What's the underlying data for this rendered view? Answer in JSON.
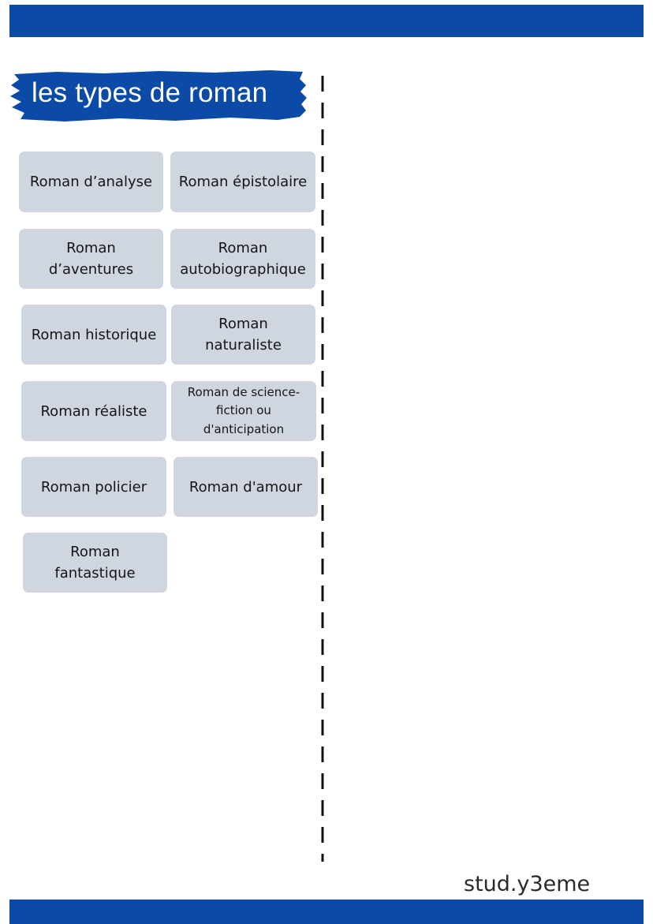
{
  "title": "les types de roman",
  "cards": [
    {
      "label": "Roman d’analyse"
    },
    {
      "label": "Roman épistolaire"
    },
    {
      "label": "Roman d’aventures"
    },
    {
      "label": "Roman autobiographique"
    },
    {
      "label": "Roman historique"
    },
    {
      "label": "Roman naturaliste"
    },
    {
      "label": "Roman réaliste"
    },
    {
      "label": "Roman de science-fiction ou d'anticipation"
    },
    {
      "label": "Roman policier"
    },
    {
      "label": "Roman d'amour"
    },
    {
      "label": "Roman fantastique"
    }
  ],
  "watermark": "stud.y3eme",
  "colors": {
    "brand_blue": "#0b4aa6",
    "card_bg": "#cfd6df"
  }
}
